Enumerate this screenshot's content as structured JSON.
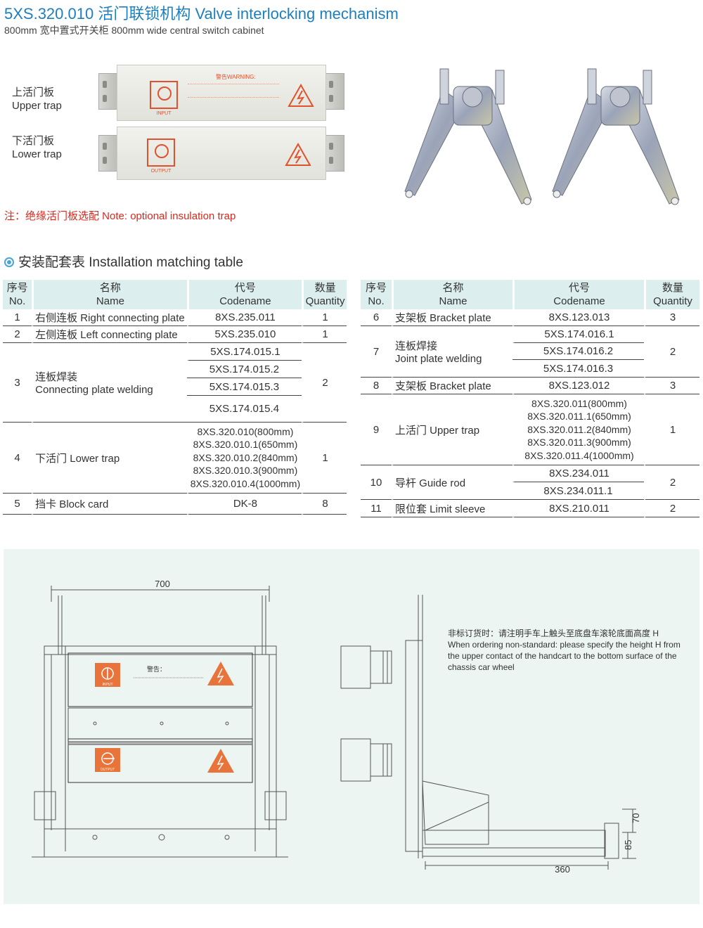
{
  "header": {
    "title": "5XS.320.010 活门联锁机构 Valve interlocking mechanism",
    "subtitle": "800mm 宽中置式开关柜 800mm wide central switch cabinet"
  },
  "traps": {
    "upper_cn": "上活门板",
    "upper_en": "Upper trap",
    "lower_cn": "下活门板",
    "lower_en": "Lower trap",
    "upper_symbol": "INPUT",
    "lower_symbol": "OUTPUT",
    "warning_heading": "警告WARNING:"
  },
  "note": "注：绝缘活门板选配 Note: optional insulation trap",
  "section_title": "安装配套表 Installation matching table",
  "table_headers": {
    "no_cn": "序号",
    "no_en": "No.",
    "name_cn": "名称",
    "name_en": "Name",
    "code_cn": "代号",
    "code_en": "Codename",
    "qty_cn": "数量",
    "qty_en": "Quantity"
  },
  "left_table": {
    "r1": {
      "no": "1",
      "name": "右侧连板 Right connecting plate",
      "code": "8XS.235.011",
      "qty": "1"
    },
    "r2": {
      "no": "2",
      "name": "左侧连板 Left connecting plate",
      "code": "5XS.235.010",
      "qty": "1"
    },
    "r3": {
      "no": "3",
      "name_cn": "连板焊装",
      "name_en": "Connecting plate welding",
      "codes": [
        "5XS.174.015.1",
        "5XS.174.015.2",
        "5XS.174.015.3",
        "5XS.174.015.4"
      ],
      "qty": "2"
    },
    "r4": {
      "no": "4",
      "name": "下活门 Lower trap",
      "codes": [
        "8XS.320.010(800mm)",
        "8XS.320.010.1(650mm)",
        "8XS.320.010.2(840mm)",
        "8XS.320.010.3(900mm)",
        "8XS.320.010.4(1000mm)"
      ],
      "qty": "1"
    },
    "r5": {
      "no": "5",
      "name": "挡卡 Block card",
      "code": "DK-8",
      "qty": "8"
    }
  },
  "right_table": {
    "r6": {
      "no": "6",
      "name": "支架板 Bracket plate",
      "code": "8XS.123.013",
      "qty": "3"
    },
    "r7": {
      "no": "7",
      "name_cn": "连板焊接",
      "name_en": "Joint plate welding",
      "codes": [
        "5XS.174.016.1",
        "5XS.174.016.2",
        "5XS.174.016.3"
      ],
      "qty": "2"
    },
    "r8": {
      "no": "8",
      "name": "支架板 Bracket plate",
      "code": "8XS.123.012",
      "qty": "3"
    },
    "r9": {
      "no": "9",
      "name": "上活门 Upper trap",
      "codes": [
        "8XS.320.011(800mm)",
        "8XS.320.011.1(650mm)",
        "8XS.320.011.2(840mm)",
        "8XS.320.011.3(900mm)",
        "8XS.320.011.4(1000mm)"
      ],
      "qty": "1"
    },
    "r10": {
      "no": "10",
      "name": "导杆 Guide rod",
      "codes": [
        "8XS.234.011",
        "8XS.234.011.1"
      ],
      "qty": "2"
    },
    "r11": {
      "no": "11",
      "name": "限位套 Limit sleeve",
      "code": "8XS.210.011",
      "qty": "2"
    }
  },
  "drawing": {
    "dim_width": "700",
    "dim_depth": "360",
    "dim_70": "70",
    "dim_85": "85",
    "warning_cn": "警告：",
    "symbol_input": "INPUT",
    "symbol_output": "OUTPUT",
    "order_note_cn": "非标订货时：请注明手车上触头至底盘车滚轮底面高度 H",
    "order_note_en": "When ordering non-standard: please specify the height H from the upper contact of the handcart to the bottom surface of the chassis car wheel"
  },
  "colors": {
    "title_blue": "#1e7fbf",
    "note_red": "#d9281d",
    "header_bg": "#dcefee",
    "symbol_orange": "#e0522d",
    "drawing_bg": "#ecf5f2"
  }
}
